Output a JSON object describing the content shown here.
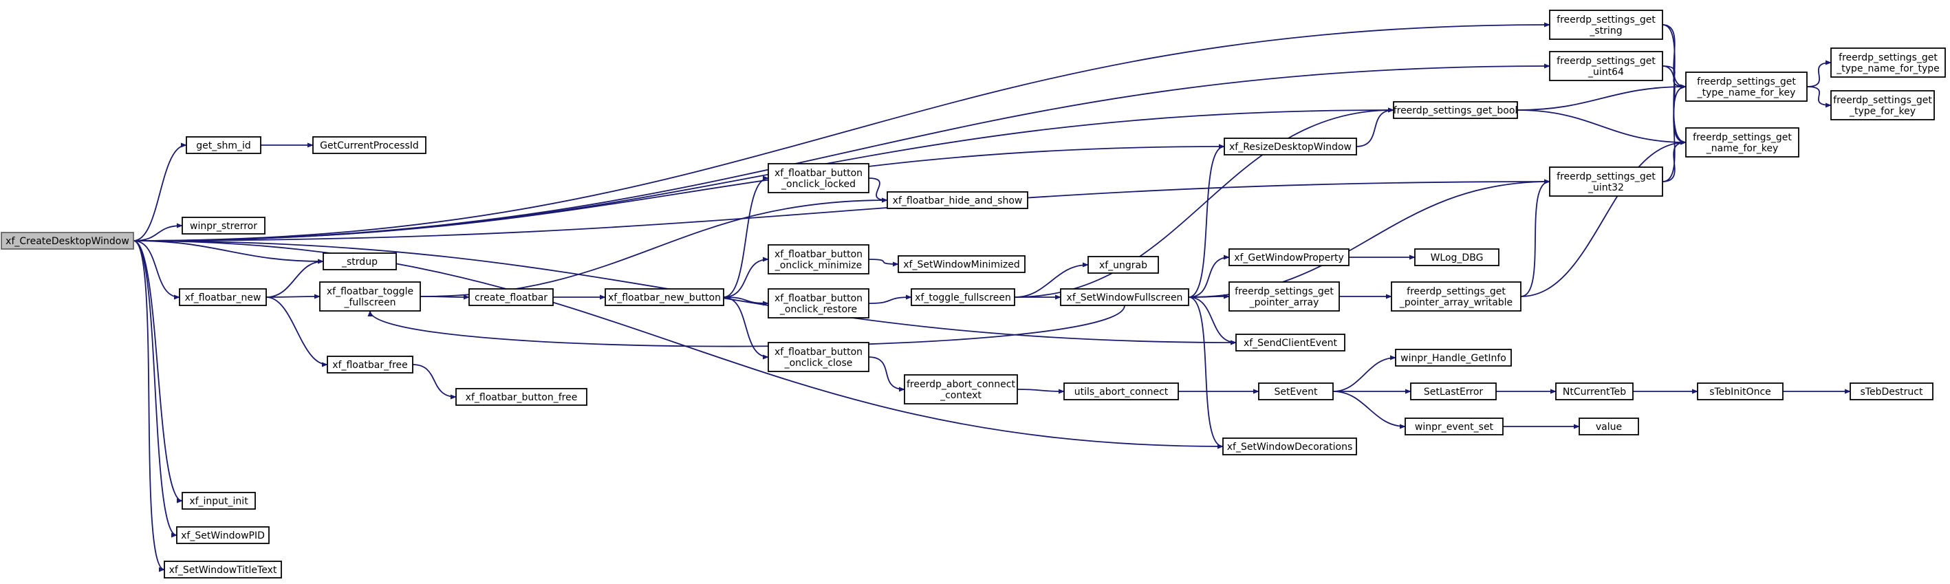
{
  "graph": {
    "edge_color": "#191970",
    "root_fill": "#bfbfbf",
    "nodes": [
      {
        "id": "n0",
        "lines": [
          "xf_CreateDesktopWindow"
        ],
        "root": true
      },
      {
        "id": "n1",
        "lines": [
          "freerdp_settings_get",
          "_string"
        ]
      },
      {
        "id": "n2",
        "lines": [
          "freerdp_settings_get",
          "_uint64"
        ]
      },
      {
        "id": "n3",
        "lines": [
          "freerdp_settings_get_bool"
        ]
      },
      {
        "id": "n4",
        "lines": [
          "xf_ResizeDesktopWindow"
        ]
      },
      {
        "id": "n5",
        "lines": [
          "freerdp_settings_get",
          "_uint32"
        ]
      },
      {
        "id": "n6",
        "lines": [
          "freerdp_settings_get",
          "_type_name_for_key"
        ]
      },
      {
        "id": "n7",
        "lines": [
          "freerdp_settings_get",
          "_name_for_key"
        ]
      },
      {
        "id": "n8",
        "lines": [
          "freerdp_settings_get",
          "_type_name_for_type"
        ]
      },
      {
        "id": "n9",
        "lines": [
          "freerdp_settings_get",
          "_type_for_key"
        ]
      },
      {
        "id": "n10",
        "lines": [
          "get_shm_id"
        ]
      },
      {
        "id": "n11",
        "lines": [
          "GetCurrentProcessId"
        ]
      },
      {
        "id": "n12",
        "lines": [
          "winpr_strerror"
        ]
      },
      {
        "id": "n13",
        "lines": [
          "_strdup"
        ]
      },
      {
        "id": "n14",
        "lines": [
          "xf_floatbar_new"
        ]
      },
      {
        "id": "n15",
        "lines": [
          "xf_floatbar_toggle",
          "_fullscreen"
        ]
      },
      {
        "id": "n16",
        "lines": [
          "create_floatbar"
        ]
      },
      {
        "id": "n17",
        "lines": [
          "xf_floatbar_new_button"
        ]
      },
      {
        "id": "n18",
        "lines": [
          "xf_floatbar_button",
          "_onclick_locked"
        ]
      },
      {
        "id": "n19",
        "lines": [
          "xf_floatbar_hide_and_show"
        ]
      },
      {
        "id": "n20",
        "lines": [
          "xf_floatbar_button",
          "_onclick_minimize"
        ]
      },
      {
        "id": "n21",
        "lines": [
          "xf_SetWindowMinimized"
        ]
      },
      {
        "id": "n22",
        "lines": [
          "xf_floatbar_button",
          "_onclick_restore"
        ]
      },
      {
        "id": "n23",
        "lines": [
          "xf_toggle_fullscreen"
        ]
      },
      {
        "id": "n24",
        "lines": [
          "xf_ungrab"
        ]
      },
      {
        "id": "n25",
        "lines": [
          "xf_SetWindowFullscreen"
        ]
      },
      {
        "id": "n26",
        "lines": [
          "xf_GetWindowProperty"
        ]
      },
      {
        "id": "n27",
        "lines": [
          "WLog_DBG"
        ]
      },
      {
        "id": "n28",
        "lines": [
          "freerdp_settings_get",
          "_pointer_array"
        ]
      },
      {
        "id": "n29",
        "lines": [
          "freerdp_settings_get",
          "_pointer_array_writable"
        ]
      },
      {
        "id": "n30",
        "lines": [
          "xf_SendClientEvent"
        ]
      },
      {
        "id": "n31",
        "lines": [
          "xf_floatbar_button",
          "_onclick_close"
        ]
      },
      {
        "id": "n32",
        "lines": [
          "freerdp_abort_connect",
          "_context"
        ]
      },
      {
        "id": "n33",
        "lines": [
          "utils_abort_connect"
        ]
      },
      {
        "id": "n34",
        "lines": [
          "SetEvent"
        ]
      },
      {
        "id": "n35",
        "lines": [
          "winpr_Handle_GetInfo"
        ]
      },
      {
        "id": "n36",
        "lines": [
          "SetLastError"
        ]
      },
      {
        "id": "n37",
        "lines": [
          "NtCurrentTeb"
        ]
      },
      {
        "id": "n38",
        "lines": [
          "sTebInitOnce"
        ]
      },
      {
        "id": "n39",
        "lines": [
          "sTebDestruct"
        ]
      },
      {
        "id": "n40",
        "lines": [
          "winpr_event_set"
        ]
      },
      {
        "id": "n41",
        "lines": [
          "value"
        ]
      },
      {
        "id": "n42",
        "lines": [
          "xf_SetWindowDecorations"
        ]
      },
      {
        "id": "n43",
        "lines": [
          "xf_floatbar_free"
        ]
      },
      {
        "id": "n44",
        "lines": [
          "xf_floatbar_button_free"
        ]
      },
      {
        "id": "n45",
        "lines": [
          "xf_input_init"
        ]
      },
      {
        "id": "n46",
        "lines": [
          "xf_SetWindowPID"
        ]
      },
      {
        "id": "n47",
        "lines": [
          "xf_SetWindowTitleText"
        ]
      }
    ],
    "edges": [
      [
        "n0",
        "n1"
      ],
      [
        "n0",
        "n2"
      ],
      [
        "n0",
        "n3"
      ],
      [
        "n0",
        "n4"
      ],
      [
        "n0",
        "n5"
      ],
      [
        "n0",
        "n10"
      ],
      [
        "n0",
        "n12"
      ],
      [
        "n0",
        "n13"
      ],
      [
        "n0",
        "n14"
      ],
      [
        "n0",
        "n30"
      ],
      [
        "n0",
        "n42"
      ],
      [
        "n0",
        "n45"
      ],
      [
        "n0",
        "n46"
      ],
      [
        "n0",
        "n47"
      ],
      [
        "n1",
        "n6"
      ],
      [
        "n1",
        "n7"
      ],
      [
        "n2",
        "n6"
      ],
      [
        "n2",
        "n7"
      ],
      [
        "n3",
        "n6"
      ],
      [
        "n3",
        "n7"
      ],
      [
        "n4",
        "n3"
      ],
      [
        "n5",
        "n6"
      ],
      [
        "n5",
        "n7"
      ],
      [
        "n6",
        "n8"
      ],
      [
        "n6",
        "n9"
      ],
      [
        "n10",
        "n11"
      ],
      [
        "n14",
        "n13"
      ],
      [
        "n14",
        "n15"
      ],
      [
        "n14",
        "n43"
      ],
      [
        "n15",
        "n16"
      ],
      [
        "n15",
        "n19"
      ],
      [
        "n16",
        "n17"
      ],
      [
        "n17",
        "n18"
      ],
      [
        "n17",
        "n20"
      ],
      [
        "n17",
        "n22"
      ],
      [
        "n17",
        "n31"
      ],
      [
        "n18",
        "n19"
      ],
      [
        "n20",
        "n21"
      ],
      [
        "n22",
        "n23"
      ],
      [
        "n23",
        "n24"
      ],
      [
        "n23",
        "n25"
      ],
      [
        "n23",
        "n3"
      ],
      [
        "n25",
        "n15"
      ],
      [
        "n25",
        "n4"
      ],
      [
        "n25",
        "n5"
      ],
      [
        "n25",
        "n26"
      ],
      [
        "n25",
        "n28"
      ],
      [
        "n25",
        "n30"
      ],
      [
        "n25",
        "n42"
      ],
      [
        "n26",
        "n27"
      ],
      [
        "n28",
        "n29"
      ],
      [
        "n29",
        "n5"
      ],
      [
        "n29",
        "n7"
      ],
      [
        "n31",
        "n32"
      ],
      [
        "n32",
        "n33"
      ],
      [
        "n33",
        "n34"
      ],
      [
        "n34",
        "n35"
      ],
      [
        "n34",
        "n36"
      ],
      [
        "n34",
        "n40"
      ],
      [
        "n36",
        "n37"
      ],
      [
        "n37",
        "n38"
      ],
      [
        "n38",
        "n39"
      ],
      [
        "n40",
        "n41"
      ],
      [
        "n43",
        "n44"
      ]
    ]
  }
}
